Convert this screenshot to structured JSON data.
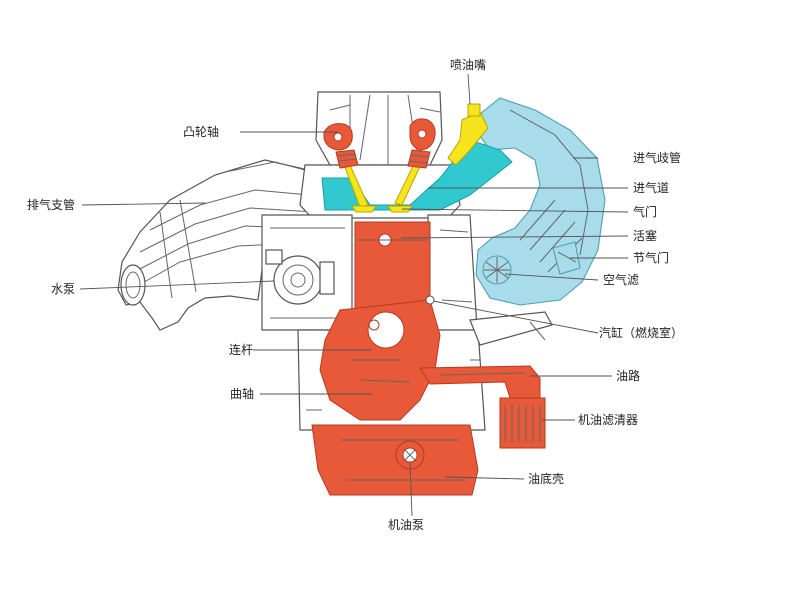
{
  "labels": {
    "injector": "喷油嘴",
    "camshaft": "凸轮轴",
    "intake_manifold": "进气歧管",
    "intake_port": "进气道",
    "exhaust_manifold": "排气支管",
    "valve": "气门",
    "piston": "活塞",
    "throttle": "节气门",
    "water_pump": "水泵",
    "air_filter": "空气滤",
    "cylinder": "汽缸（燃烧室）",
    "connecting_rod": "连杆",
    "oil_passage": "油路",
    "crankshaft": "曲轴",
    "oil_filter": "机油滤清器",
    "oil_pan": "油底壳",
    "oil_pump": "机油泵"
  },
  "colors": {
    "lubrication": "#e8593a",
    "intake_air": "#2fc9cf",
    "intake_manifold": "#a9dcea",
    "fuel": "#f6e41c"
  }
}
